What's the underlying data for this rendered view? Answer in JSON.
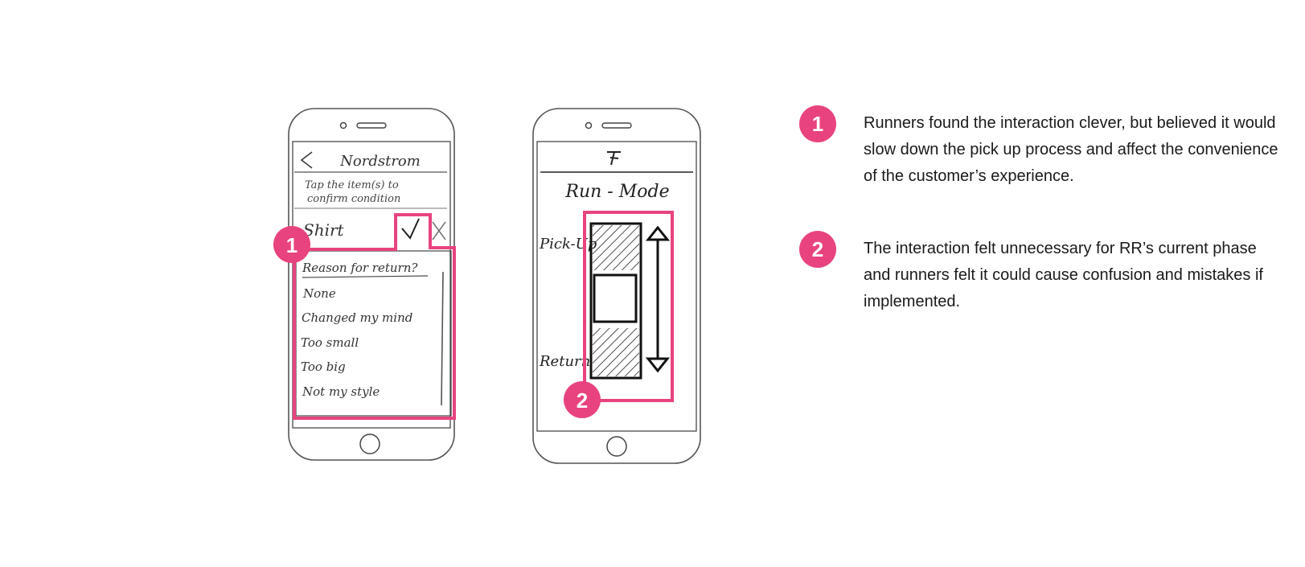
{
  "accent_color": "#e8437f",
  "phone1": {
    "back_icon": "chevron-left-icon",
    "title": "Nordstrom",
    "instruction_line1": "Tap the item(s) to",
    "instruction_line2": "confirm condition",
    "item_label": "Shirt",
    "check_icon": "check-icon",
    "close_icon": "close-icon",
    "dropdown_title": "Reason for return?",
    "options": [
      "None",
      "Changed my mind",
      "Too small",
      "Too big",
      "Not my style"
    ],
    "badge": "1"
  },
  "phone2": {
    "logo_icon": "nordstrom-n-logo-icon",
    "title": "Run - Mode",
    "top_label": "Pick-Up",
    "bottom_label": "Return",
    "badge": "2"
  },
  "notes": [
    {
      "number": "1",
      "text": "Runners found the interaction clever, but believed it would slow down the pick up process and affect the convenience of the customer’s experience."
    },
    {
      "number": "2",
      "text": "The interaction felt unnecessary for RR’s current phase and runners felt it could cause confusion and mistakes if implemented."
    }
  ]
}
